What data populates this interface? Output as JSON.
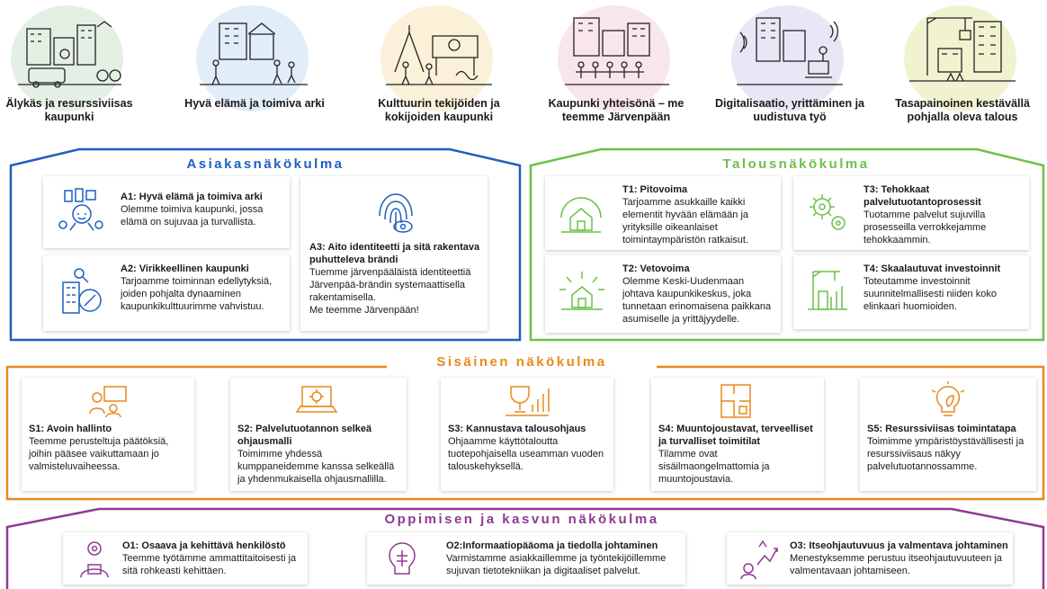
{
  "themes": [
    {
      "label": "Älykäs ja resurssiviisas kaupunki",
      "color": "#cfe3cf"
    },
    {
      "label": "Hyvä elämä ja toimiva arki",
      "color": "#c9dff2"
    },
    {
      "label": "Kulttuurin tekijöiden ja kokijoiden kaupunki",
      "color": "#f6e6b8"
    },
    {
      "label": "Kaupunki yhteisönä – me teemme Järvenpään",
      "color": "#f3cfe0"
    },
    {
      "label": "Digitalisaatio, yrittäminen ja uudistuva työ",
      "color": "#d7d2ee"
    },
    {
      "label": "Tasapainoinen kestävällä pohjalla oleva talous",
      "color": "#e6eaa9"
    }
  ],
  "asiakas": {
    "title": "Asiakasnäkökulma",
    "color": "#1f5fbf",
    "cards": [
      {
        "title": "A1: Hyvä elämä ja toimiva arki",
        "body": "Olemme toimiva kaupunki, jossa elämä on sujuvaa ja turvallista.",
        "icon": "family-icon"
      },
      {
        "title": "A2: Virikkeellinen kaupunki",
        "body": "Tarjoamme toiminnan edellytyksiä, joiden pohjalta dynaaminen kaupunkikulttuurimme vahvistuu.",
        "icon": "city-culture-icon"
      },
      {
        "title": "A3: Aito identiteetti ja sitä rakentava puhutteleva brändi",
        "body": "Tuemme järvenpääläistä identiteettiä Järvenpää-brändin systemaattisella rakentamisella.",
        "extra": "Me teemme Järvenpään!",
        "icon": "fingerprint-icon"
      }
    ]
  },
  "talous": {
    "title": "Talousnäkökulma",
    "color": "#6cc04a",
    "cards": [
      {
        "title": "T1: Pitovoima",
        "body": "Tarjoamme asukkaille kaikki elementit hyvään elämään ja yrityksille oikeanlaiset toimintaympäristön ratkaisut.",
        "icon": "house-icon"
      },
      {
        "title": "T2: Vetovoima",
        "body": "Olemme Keski-Uudenmaan johtava kaupunkikeskus, joka tunnetaan erinomaisena paikkana asumiselle ja yrittäjyydelle.",
        "icon": "attraction-icon"
      },
      {
        "title": "T3: Tehokkaat palvelutuotantoprosessit",
        "body": "Tuotamme palvelut sujuvilla prosesseilla verrokkejamme tehokkaammin.",
        "icon": "gears-icon"
      },
      {
        "title": "T4: Skaalautuvat investoinnit",
        "body": "Toteutamme investoinnit suunnitelmallisesti niiden koko elinkaari huomioiden.",
        "icon": "investment-icon"
      }
    ]
  },
  "sisainen": {
    "title": "Sisäinen näkökulma",
    "color": "#e8891c",
    "cards": [
      {
        "title": "S1: Avoin hallinto",
        "body": "Teemme perusteltuja päätöksiä, joihin pääsee vaikuttamaan jo valmisteluvaiheessa.",
        "icon": "people-board-icon"
      },
      {
        "title": "S2: Palvelutuotannon selkeä ohjausmalli",
        "body": "Toimimme yhdessä kumppaneidemme kanssa selkeällä ja yhdenmukaisella ohjausmallilla.",
        "icon": "laptop-gear-icon"
      },
      {
        "title": "S3: Kannustava talousohjaus",
        "body": "Ohjaamme käyttötaloutta tuotepohjaisella useamman vuoden talouskehyksellä.",
        "icon": "trophy-chart-icon"
      },
      {
        "title": "S4: Muuntojoustavat, terveelliset ja turvalliset toimitilat",
        "body": "Tilamme ovat sisäilmaongelmattomia ja muuntojoustavia.",
        "icon": "floorplan-icon"
      },
      {
        "title": "S5: Resurssiviisas toimintatapa",
        "body": "Toimimme ympäristöystävällisesti ja resurssiviisaus näkyy palvelutuotannossamme.",
        "icon": "bulb-leaf-icon"
      }
    ]
  },
  "oppiminen": {
    "title": "Oppimisen ja kasvun näkökulma",
    "color": "#8e3a93",
    "cards": [
      {
        "title": "O1: Osaava ja kehittävä henkilöstö",
        "body": "Teemme työtämme ammattitaitoisesti ja sitä rohkeasti kehittäen.",
        "icon": "employee-icon"
      },
      {
        "title": "O2:Informaatiopääoma ja tiedolla johtaminen",
        "body": "Varmistamme asiakkaillemme ja työntekijöillemme sujuvan tietotekniikan ja digitaaliset palvelut.",
        "icon": "brain-circuit-icon"
      },
      {
        "title": "O3: Itseohjautuvuus ja valmentava johtaminen",
        "body": "Menestyksemme perustuu itseohjautuvuuteen ja valmentavaan johtamiseen.",
        "icon": "coaching-icon"
      }
    ]
  }
}
